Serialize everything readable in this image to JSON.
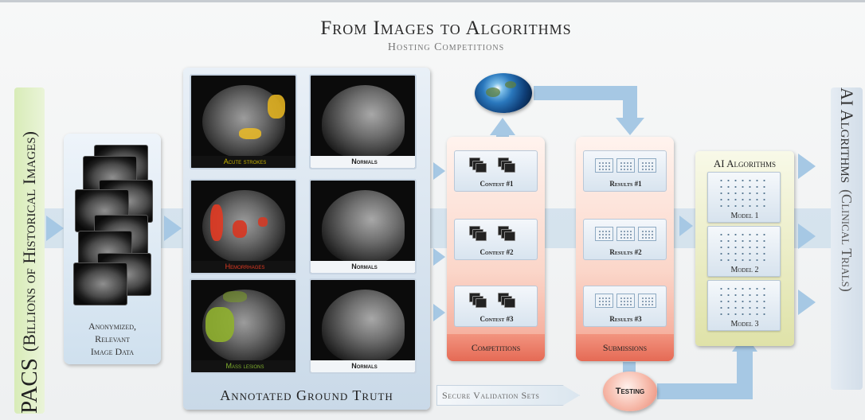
{
  "title": "From Images to Algorithms",
  "subtitle": "Hosting Competitions",
  "pacs": {
    "label": "PACS",
    "sublabel": "(Billions of Historical Images)"
  },
  "anonymized": {
    "line1": "Anonymized,",
    "line2": "Relevant",
    "line3": "Image Data"
  },
  "ground_truth": {
    "label": "Annotated Ground Truth",
    "rows": [
      {
        "annotated": "Acute strokes",
        "normal": "Normals"
      },
      {
        "annotated": "Hemorrhages",
        "normal": "Normals"
      },
      {
        "annotated": "Mass lesions",
        "normal": "Normals"
      }
    ]
  },
  "competitions": {
    "label": "Competitions",
    "cards": [
      "Contest #1",
      "Contest #2",
      "Contest #3"
    ]
  },
  "submissions": {
    "label": "Submissions",
    "cards": [
      "Results #1",
      "Results #2",
      "Results #3"
    ]
  },
  "algorithms": {
    "title": "AI Algorithms",
    "models": [
      "Model 1",
      "Model 2",
      "Model 3"
    ]
  },
  "ai_column": {
    "label": "AI Algrithms",
    "sublabel": "(Clinical Trials)"
  },
  "validation": {
    "label": "Secure Validation Sets"
  },
  "testing": {
    "label": "Testing"
  },
  "colors": {
    "stroke_label": "#c8b400",
    "hemorrhage_label": "#e23a22",
    "mass_label": "#7fae2e",
    "arrow": "#a6c8e4"
  }
}
